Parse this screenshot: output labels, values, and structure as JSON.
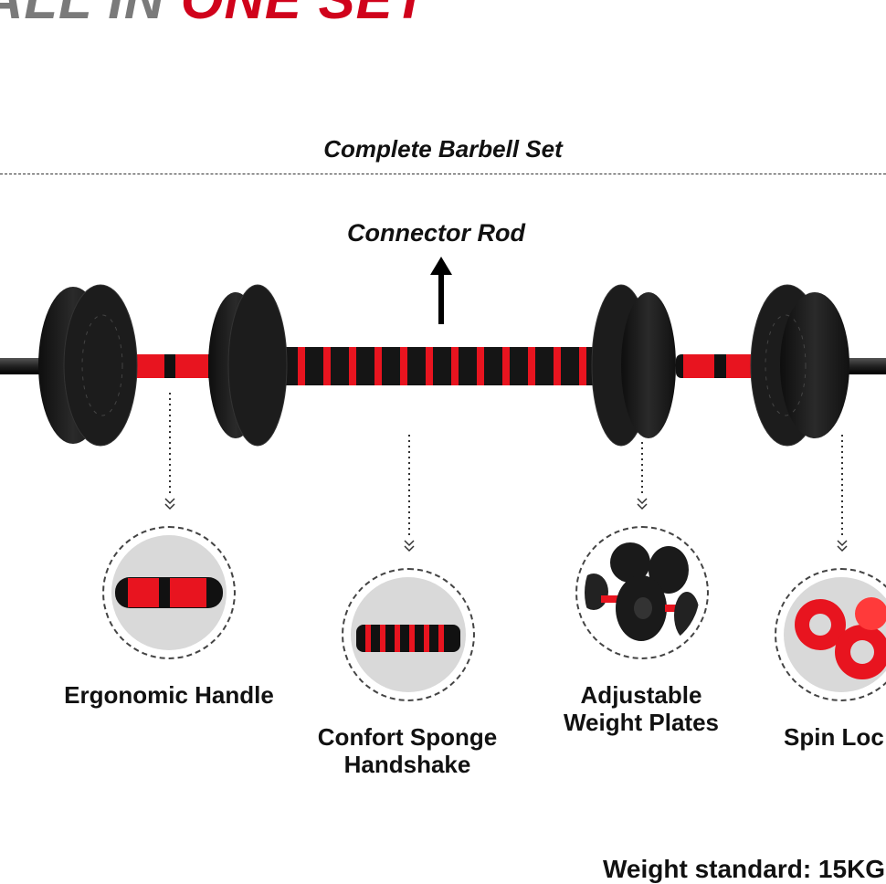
{
  "banner": {
    "part1": "ALL IN ",
    "part2": "ONE SET"
  },
  "subtitle": "Complete Barbell Set",
  "connector_label": "Connector Rod",
  "features": [
    {
      "label": "Ergonomic Handle"
    },
    {
      "label": "Confort Sponge Handshake"
    },
    {
      "label": "Adjustable Weight Plates"
    },
    {
      "label": "Spin Loc"
    }
  ],
  "footer": "Weight standard: 15KG",
  "colors": {
    "accent_red": "#d0021b",
    "banner_gray": "#7a7a7a",
    "foam_red": "#e8141f",
    "plate_black": "#1c1c1c"
  }
}
